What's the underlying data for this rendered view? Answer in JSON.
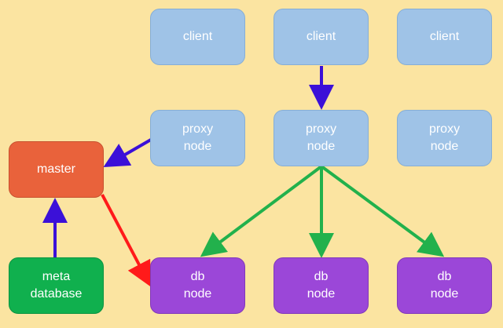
{
  "diagram": {
    "clients": [
      {
        "label": "client"
      },
      {
        "label": "client"
      },
      {
        "label": "client"
      }
    ],
    "proxies": [
      {
        "label": "proxy\nnode"
      },
      {
        "label": "proxy\nnode"
      },
      {
        "label": "proxy\nnode"
      }
    ],
    "master": {
      "label": "master"
    },
    "meta_database": {
      "label": "meta\ndatabase"
    },
    "db_nodes": [
      {
        "label": "db\nnode"
      },
      {
        "label": "db\nnode"
      },
      {
        "label": "db\nnode"
      }
    ]
  },
  "colors": {
    "background": "#fbe4a1",
    "client_proxy_fill": "#9fc3e7",
    "master_fill": "#e9623b",
    "meta_database_fill": "#10b04e",
    "db_node_fill": "#9b47d8",
    "blue_arrow": "#3b10d8",
    "green_arrow": "#22b14c",
    "red_arrow": "#ff1a1a"
  }
}
